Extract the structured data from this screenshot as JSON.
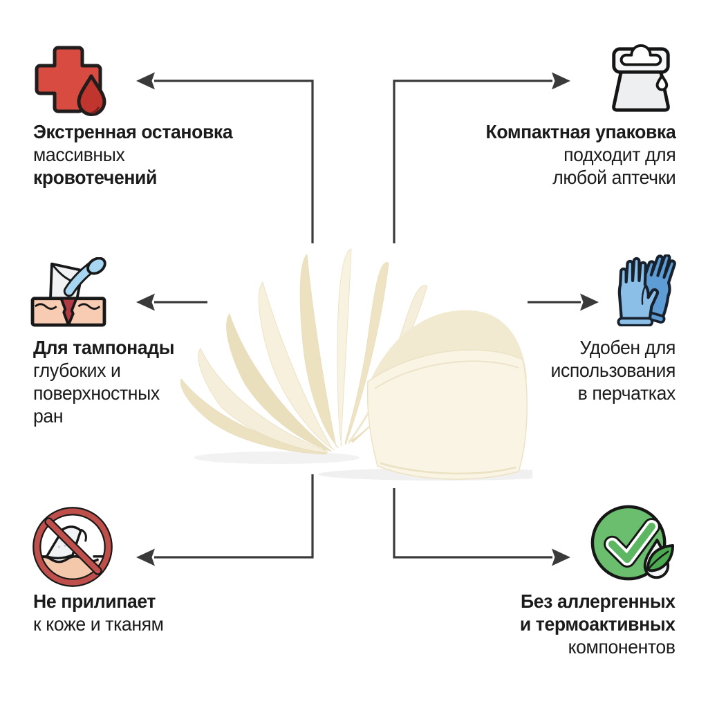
{
  "meta": {
    "kind": "product-infographic",
    "language": "ru",
    "center_image": "z-folded-gauze-photo"
  },
  "colors": {
    "background": "#ffffff",
    "text": "#1b1b1b",
    "arrow": "#3a3a3a",
    "icon_red": "#d84b41",
    "icon_dark_red": "#c0362f",
    "icon_blue": "#8bbfe8",
    "icon_dark_blue": "#5e9cd6",
    "icon_green": "#6abe6d",
    "icon_leaf_green": "#4cab50",
    "icon_skin": "#f8ccb2",
    "icon_gray": "#edeff1",
    "gauze_cream": "#f6efdb"
  },
  "features": [
    {
      "id": "emergency-stop",
      "icon": "medical-cross-blood-drop-icon",
      "position": "top-left",
      "lines": [
        {
          "text": "Экстренная остановка",
          "bold": true
        },
        {
          "text": "массивных",
          "bold": false
        },
        {
          "text": "кровотечений",
          "bold": true
        }
      ]
    },
    {
      "id": "compact-pack",
      "icon": "package-pouch-icon",
      "position": "top-right",
      "lines": [
        {
          "text": "Компактная упаковка",
          "bold": true
        },
        {
          "text": "подходит для",
          "bold": false
        },
        {
          "text": "любой аптечки",
          "bold": false
        }
      ]
    },
    {
      "id": "wound-tamponade",
      "icon": "wound-tamponade-icon",
      "position": "middle-left",
      "lines": [
        {
          "text": "Для тампонады",
          "bold": true
        },
        {
          "text": "глубоких и",
          "bold": false
        },
        {
          "text": "поверхностных",
          "bold": false
        },
        {
          "text": "ран",
          "bold": false
        }
      ]
    },
    {
      "id": "gloves-friendly",
      "icon": "nitrile-gloves-icon",
      "position": "middle-right",
      "lines": [
        {
          "text": "Удобен для",
          "bold": false
        },
        {
          "text": "использования",
          "bold": false
        },
        {
          "text": "в перчатках",
          "bold": false
        }
      ]
    },
    {
      "id": "non-adherent",
      "icon": "no-stick-prohibited-icon",
      "position": "bottom-left",
      "lines": [
        {
          "text": "Не прилипает",
          "bold": true
        },
        {
          "text": "к коже и тканям",
          "bold": false
        }
      ]
    },
    {
      "id": "hypoallergenic",
      "icon": "check-leaf-icon",
      "position": "bottom-right",
      "lines": [
        {
          "text": "Без аллергенных",
          "bold": true
        },
        {
          "text": "и термоактивных",
          "bold": true
        },
        {
          "text": "компонентов",
          "bold": false
        }
      ]
    }
  ]
}
